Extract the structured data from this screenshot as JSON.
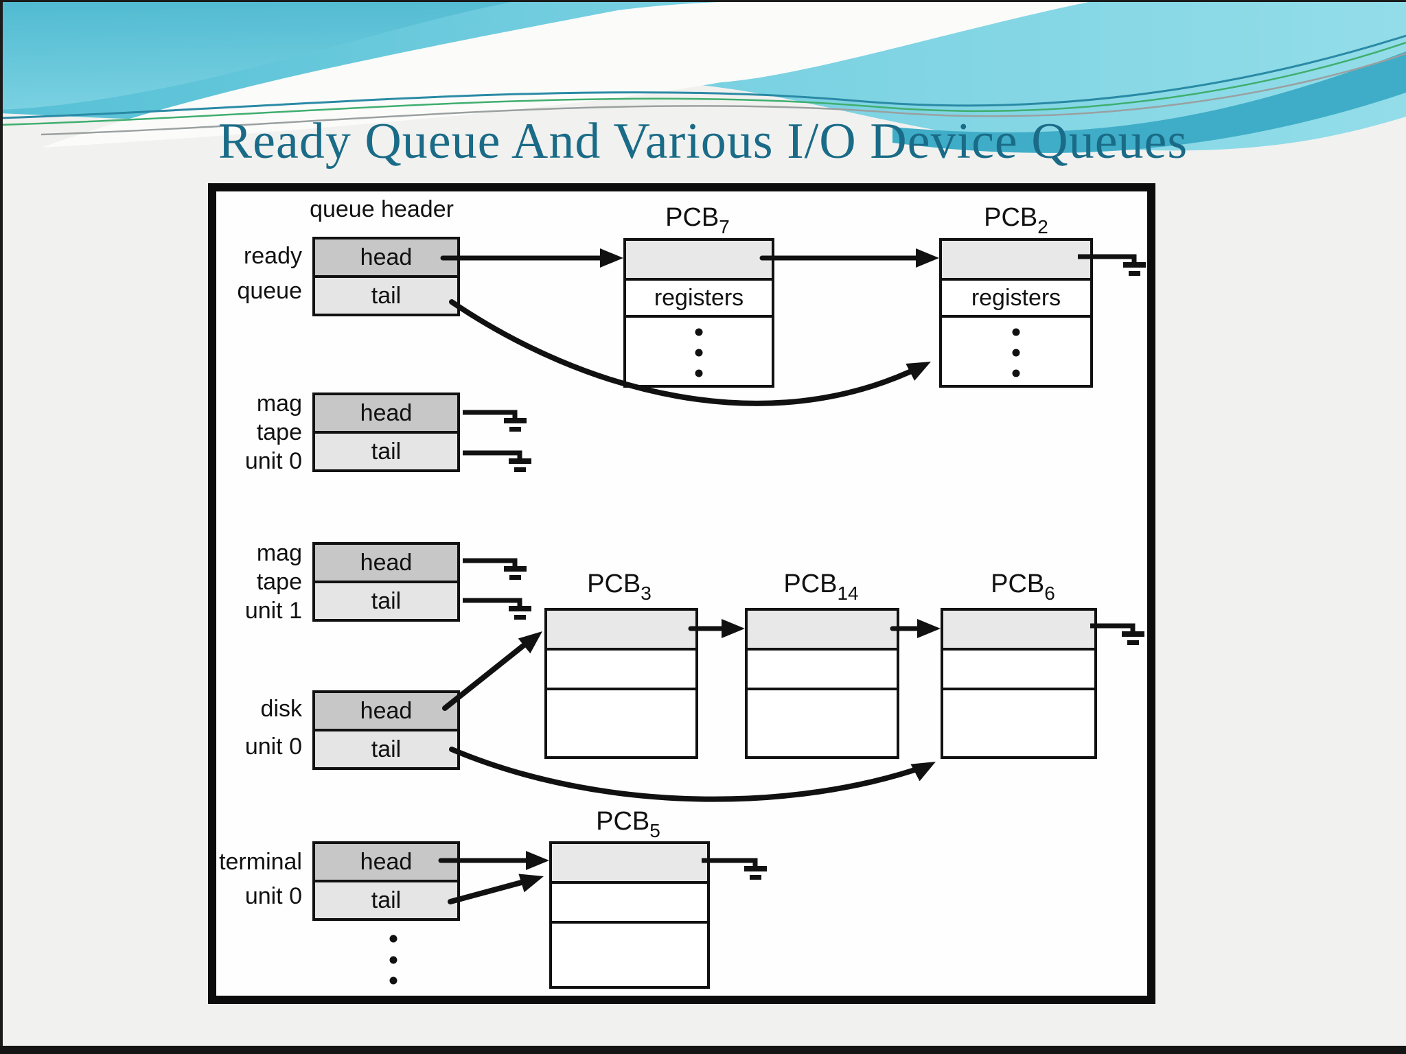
{
  "slide": {
    "title": "Ready Queue And Various I/O Device Queues"
  },
  "diagram": {
    "queue_header_label": "queue header",
    "cell_labels": {
      "head": "head",
      "tail": "tail"
    },
    "registers_label": "registers",
    "queues": [
      {
        "id": "ready-queue",
        "label_lines": [
          "ready",
          "queue"
        ]
      },
      {
        "id": "mag-tape-unit-0",
        "label_lines": [
          "mag",
          "tape",
          "unit 0"
        ]
      },
      {
        "id": "mag-tape-unit-1",
        "label_lines": [
          "mag",
          "tape",
          "unit 1"
        ]
      },
      {
        "id": "disk-unit-0",
        "label_lines": [
          "disk",
          "unit 0"
        ]
      },
      {
        "id": "terminal-unit-0",
        "label_lines": [
          "terminal",
          "unit 0"
        ]
      }
    ],
    "pcbs": [
      {
        "id": "pcb-7",
        "base": "PCB",
        "sub": "7"
      },
      {
        "id": "pcb-2",
        "base": "PCB",
        "sub": "2"
      },
      {
        "id": "pcb-3",
        "base": "PCB",
        "sub": "3"
      },
      {
        "id": "pcb-14",
        "base": "PCB",
        "sub": "14"
      },
      {
        "id": "pcb-6",
        "base": "PCB",
        "sub": "6"
      },
      {
        "id": "pcb-5",
        "base": "PCB",
        "sub": "5"
      }
    ]
  },
  "colors": {
    "title_text": "#1a6b87",
    "banner_teal_dark": "#45b2cb",
    "banner_teal_light": "#8fd9e7",
    "head_cell_fill": "#c7c7c7",
    "tail_cell_fill": "#e5e5e5",
    "pcb_pointer_fill": "#e8e8e8",
    "line_color": "#111111",
    "page_background": "#f1f1ef",
    "diagram_background": "#fefefe"
  }
}
